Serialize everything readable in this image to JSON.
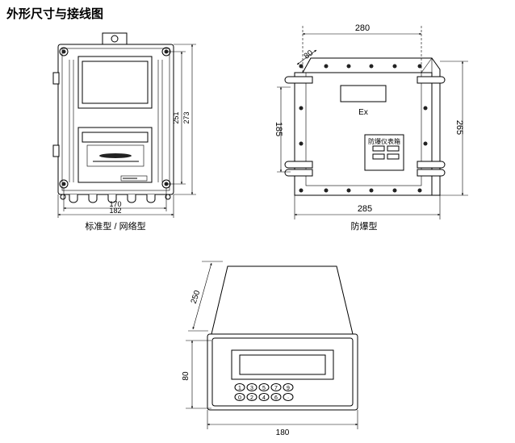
{
  "title": "外形尺寸与接线图",
  "standard": {
    "caption": "标准型 / 网络型",
    "dim_width_inner": "170",
    "dim_width_outer": "182",
    "dim_height_inner": "251",
    "dim_height_outer": "273"
  },
  "explosion_proof": {
    "caption": "防爆型",
    "dim_top": "280",
    "dim_corner": "80",
    "dim_left": "185",
    "dim_right": "265",
    "dim_bottom": "285",
    "ex_label": "Ex",
    "nameplate": "防爆仪表箱"
  },
  "panel": {
    "dim_depth": "250",
    "dim_height": "80",
    "dim_width": "180",
    "keys_row1": [
      "1",
      "3",
      "5",
      "7",
      "9"
    ],
    "keys_row2": [
      "0",
      "2",
      "4",
      "6",
      "·"
    ]
  }
}
